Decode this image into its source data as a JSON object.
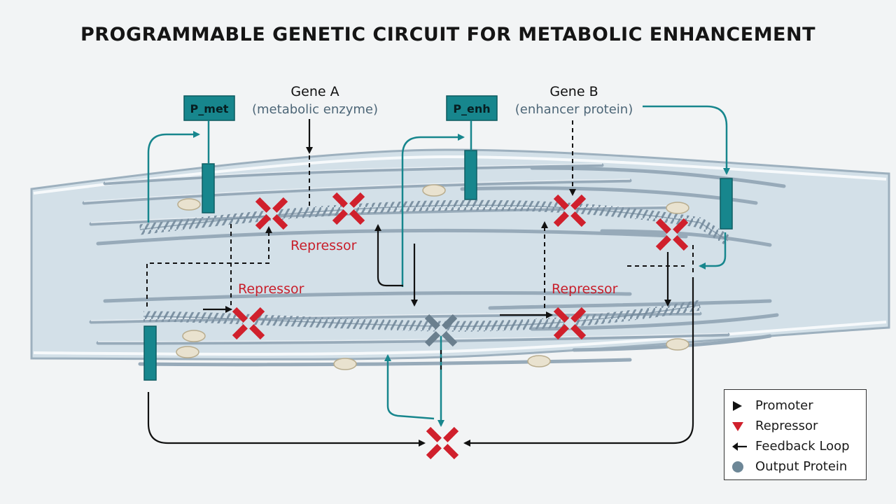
{
  "title": "PROGRAMMABLE GENETIC CIRCUIT FOR METABOLIC ENHANCEMENT",
  "promoters": [
    {
      "label": "P_met"
    },
    {
      "label": "P_enh"
    }
  ],
  "genes": [
    {
      "name": "Gene A",
      "desc": "(metabolic enzyme)"
    },
    {
      "name": "Gene B",
      "desc": "(enhancer protein)"
    }
  ],
  "repressor_labels": [
    "Repressor",
    "Repressor",
    "Repressor"
  ],
  "legend": [
    {
      "icon": "promoter-triangle-icon",
      "label": "Promoter"
    },
    {
      "icon": "repressor-triangle-icon",
      "label": "Repressor"
    },
    {
      "icon": "feedback-arrow-icon",
      "label": "Feedback Loop"
    },
    {
      "icon": "output-protein-dot-icon",
      "label": "Output Protein"
    }
  ],
  "colors": {
    "teal": "#17868d",
    "repressor_red": "#d0202c",
    "cell_fill": "#d3e0e8",
    "fiber": "#8ea3b3",
    "dark_line": "#111111",
    "inactive_x": "#6a7f8e"
  }
}
